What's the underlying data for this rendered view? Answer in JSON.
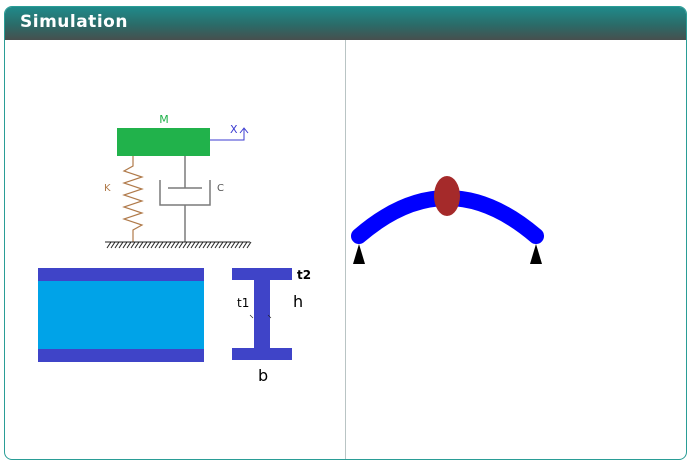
{
  "panel": {
    "title": "Simulation"
  },
  "spring_mass_damper": {
    "mass_label": "M",
    "spring_label": "K",
    "damper_label": "C",
    "displacement_label": "X",
    "colors": {
      "mass": "#21b24b",
      "spring": "#b07a4a",
      "damper": "#7a7a7a",
      "displacement": "#3b3bd1",
      "ground": "#222222"
    }
  },
  "beam_section": {
    "flange_thickness_label": "t2",
    "web_thickness_label": "t1",
    "height_label": "h",
    "width_label": "b",
    "colors": {
      "flange": "#3f44c8",
      "web_fill": "#00a3e8"
    }
  },
  "beam_animation": {
    "colors": {
      "beam": "#0000ff",
      "load": "#a52a2a",
      "support": "#000000"
    }
  }
}
